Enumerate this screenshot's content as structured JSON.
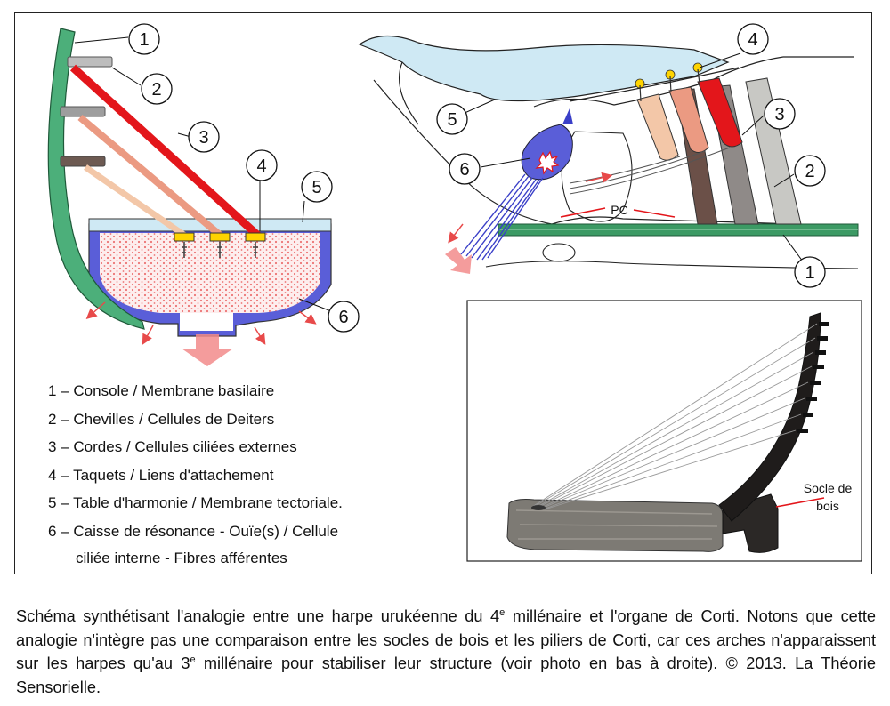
{
  "callouts": {
    "left": [
      "1",
      "2",
      "3",
      "4",
      "5",
      "6"
    ],
    "right": [
      "1",
      "2",
      "3",
      "4",
      "5",
      "6"
    ],
    "pc": "PC"
  },
  "photo_label": {
    "line1": "Socle de",
    "line2": "bois"
  },
  "legend": [
    {
      "num": "1",
      "sep": "–",
      "text": "Console / Membrane basilaire"
    },
    {
      "num": "2",
      "sep": "–",
      "text": "Chevilles / Cellules de Deiters"
    },
    {
      "num": "3",
      "sep": "–",
      "text": "Cordes / Cellules ciliées externes"
    },
    {
      "num": "4",
      "sep": "–",
      "text": "Taquets / Liens d'attachement"
    },
    {
      "num": "5",
      "sep": "–",
      "text": "Table d'harmonie / Membrane tectoriale."
    },
    {
      "num": "6",
      "sep": "–",
      "text": "Caisse de résonance - Ouïe(s) / Cellule",
      "cont": "ciliée interne - Fibres afférentes"
    }
  ],
  "caption": {
    "p1": "Schéma synthétisant l'analogie entre une harpe urukéenne du 4",
    "sup1": "e",
    "p2": " millénaire et l'organe de Corti. Notons que cette analogie n'intègre pas une comparaison entre les socles de bois et les piliers de Corti, car ces arches n'apparaissent sur les harpes qu'au 3",
    "sup2": "e",
    "p3": " millénaire pour stabiliser leur structure (voir photo en bas à droite). © 2013. La Théorie Sensorielle."
  },
  "colors": {
    "console_green": "#4caf7a",
    "peg_gray": "#a9a9a9",
    "string_red": "#e3161b",
    "string_salmon": "#eb9a82",
    "string_peach": "#f3c7a8",
    "tab_yellow": "#ffd400",
    "table_blue": "#cfe9f4",
    "body_blue": "#5a5ed8",
    "dots_red": "#e84a4a",
    "arrow_pink": "#f28b8b",
    "membrane_green": "#3c9a64"
  }
}
